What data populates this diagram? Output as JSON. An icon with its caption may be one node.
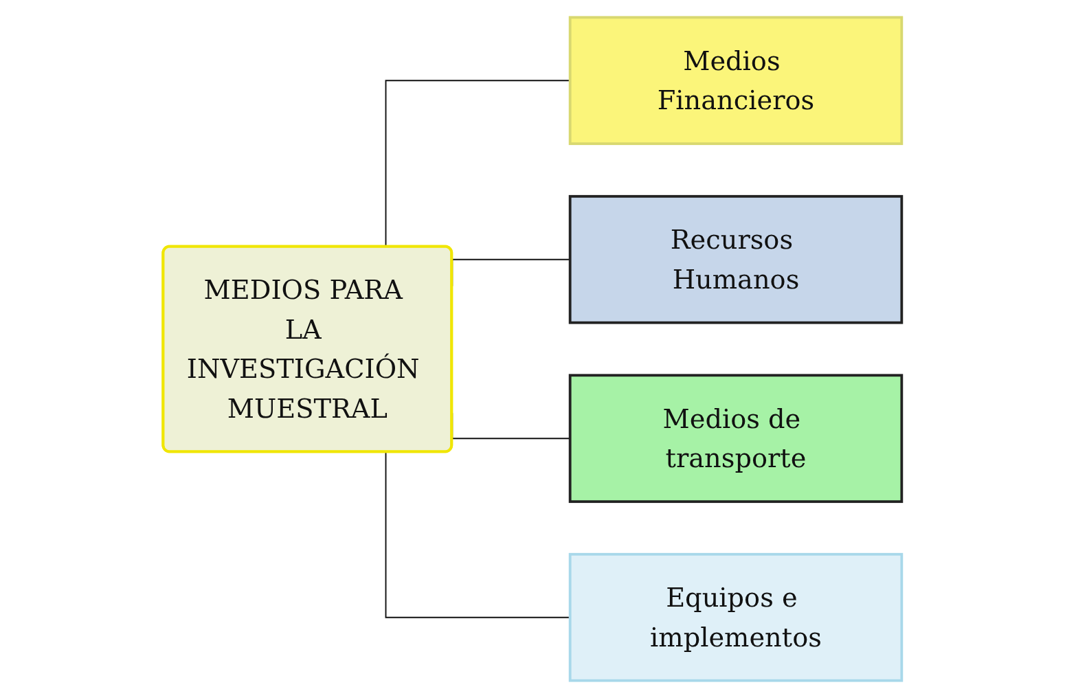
{
  "diagram": {
    "nodes": [
      {
        "text": [
          "MEDIOS PARA LA INVESTIGACIÓN MUESTRAL"
        ]
      },
      {
        "text": [
          "Medios Financieros"
        ]
      },
      {
        "text": [
          "Recursos Humanos"
        ]
      },
      {
        "text": [
          "Medios de transporte"
        ]
      },
      {
        "text": [
          "Equipos e implementos"
        ]
      }
    ],
    "edges": [
      {
        "from": 0,
        "to": 1,
        "arrow": "none"
      },
      {
        "from": 0,
        "to": 2,
        "arrow": "none"
      },
      {
        "from": 0,
        "to": 3,
        "arrow": "none"
      },
      {
        "from": 0,
        "to": 4,
        "arrow": "none"
      }
    ]
  }
}
